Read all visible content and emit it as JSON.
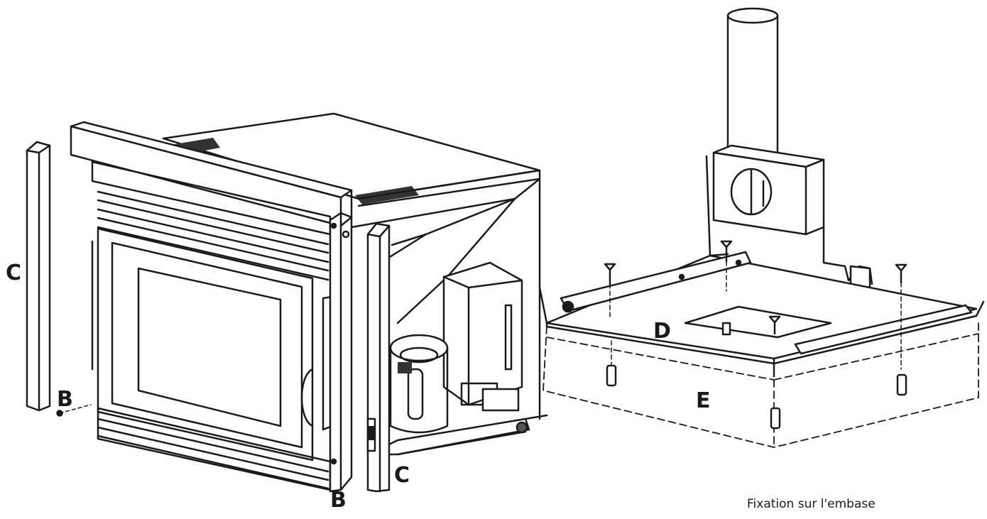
{
  "labels": {
    "c_left": "C",
    "b_left": "B",
    "b_bottom": "B",
    "c_bottom": "C",
    "d_plate": "D",
    "e_base": "E"
  },
  "caption": "Fixation sur l'embase",
  "colors": {
    "line": "#1a1a1a",
    "paper": "#ffffff",
    "shade": "#d9d9d9"
  }
}
